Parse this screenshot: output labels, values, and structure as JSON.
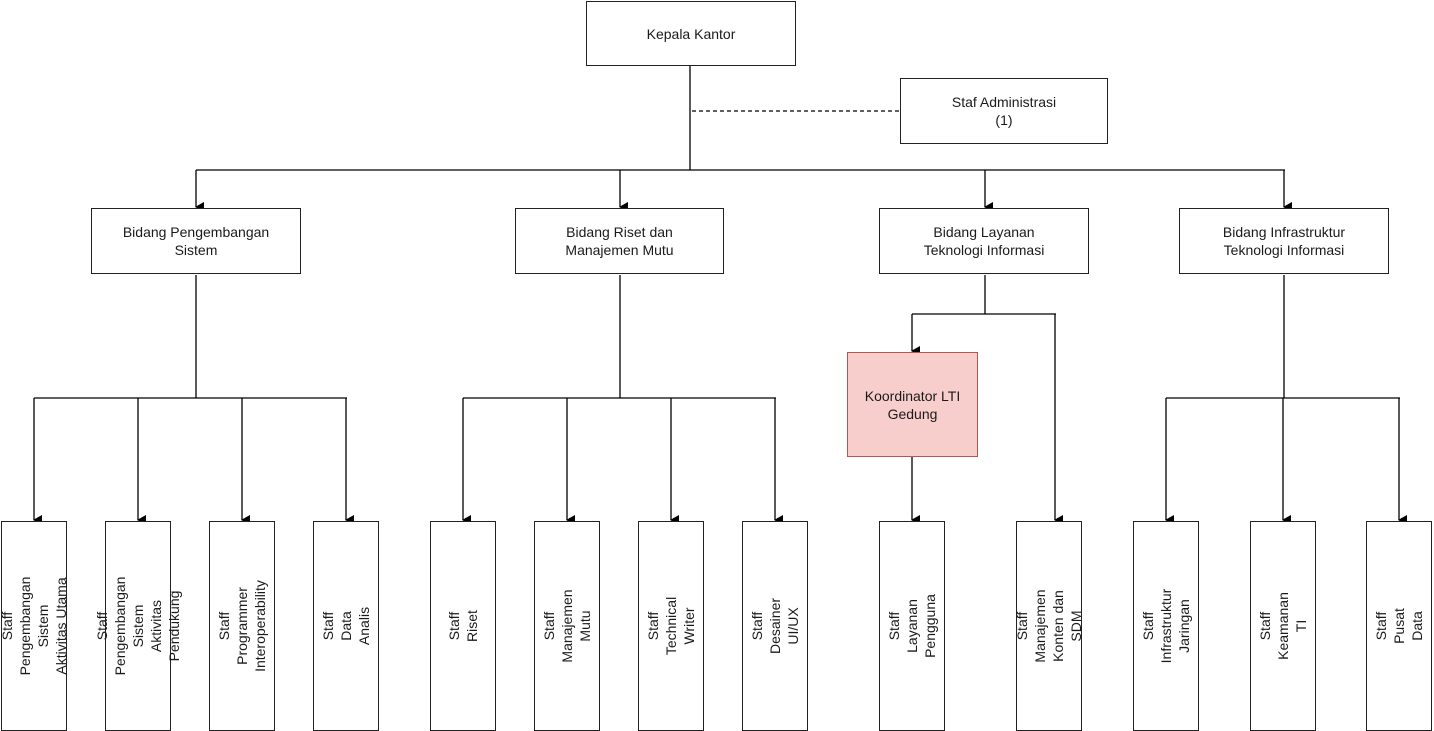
{
  "top": {
    "head": "Kepala Kantor",
    "admin": "Staf Administrasi\n(1)"
  },
  "divisions": [
    {
      "name": "Bidang Pengembangan\nSistem"
    },
    {
      "name": "Bidang Riset dan\nManajemen Mutu"
    },
    {
      "name": "Bidang Layanan\nTeknologi Informasi"
    },
    {
      "name": "Bidang Infrastruktur\nTeknologi Informasi"
    }
  ],
  "coordinator": "Koordinator LTI\nGedung",
  "staff": [
    "Staff Pengembangan Sistem\nAktivitas Utama",
    "Staff Pengembangan Sistem\nAktivitas Pendukung",
    "Staff Programmer\nInteroperability",
    "Staff Data Analis",
    "Staff Riset",
    "Staff Manajemen Mutu",
    "Staff Technical Writer",
    "Staff Desainer UI/UX",
    "Staff Layanan Pengguna",
    "Staff Manajemen Konten dan\nSDM",
    "Staff Infrastruktur Jaringan",
    "Staff Keamanan TI",
    "Staff\nPusat Data"
  ],
  "colors": {
    "highlight_fill": "#f8cecc",
    "highlight_border": "#b85450",
    "line": "#000000"
  }
}
